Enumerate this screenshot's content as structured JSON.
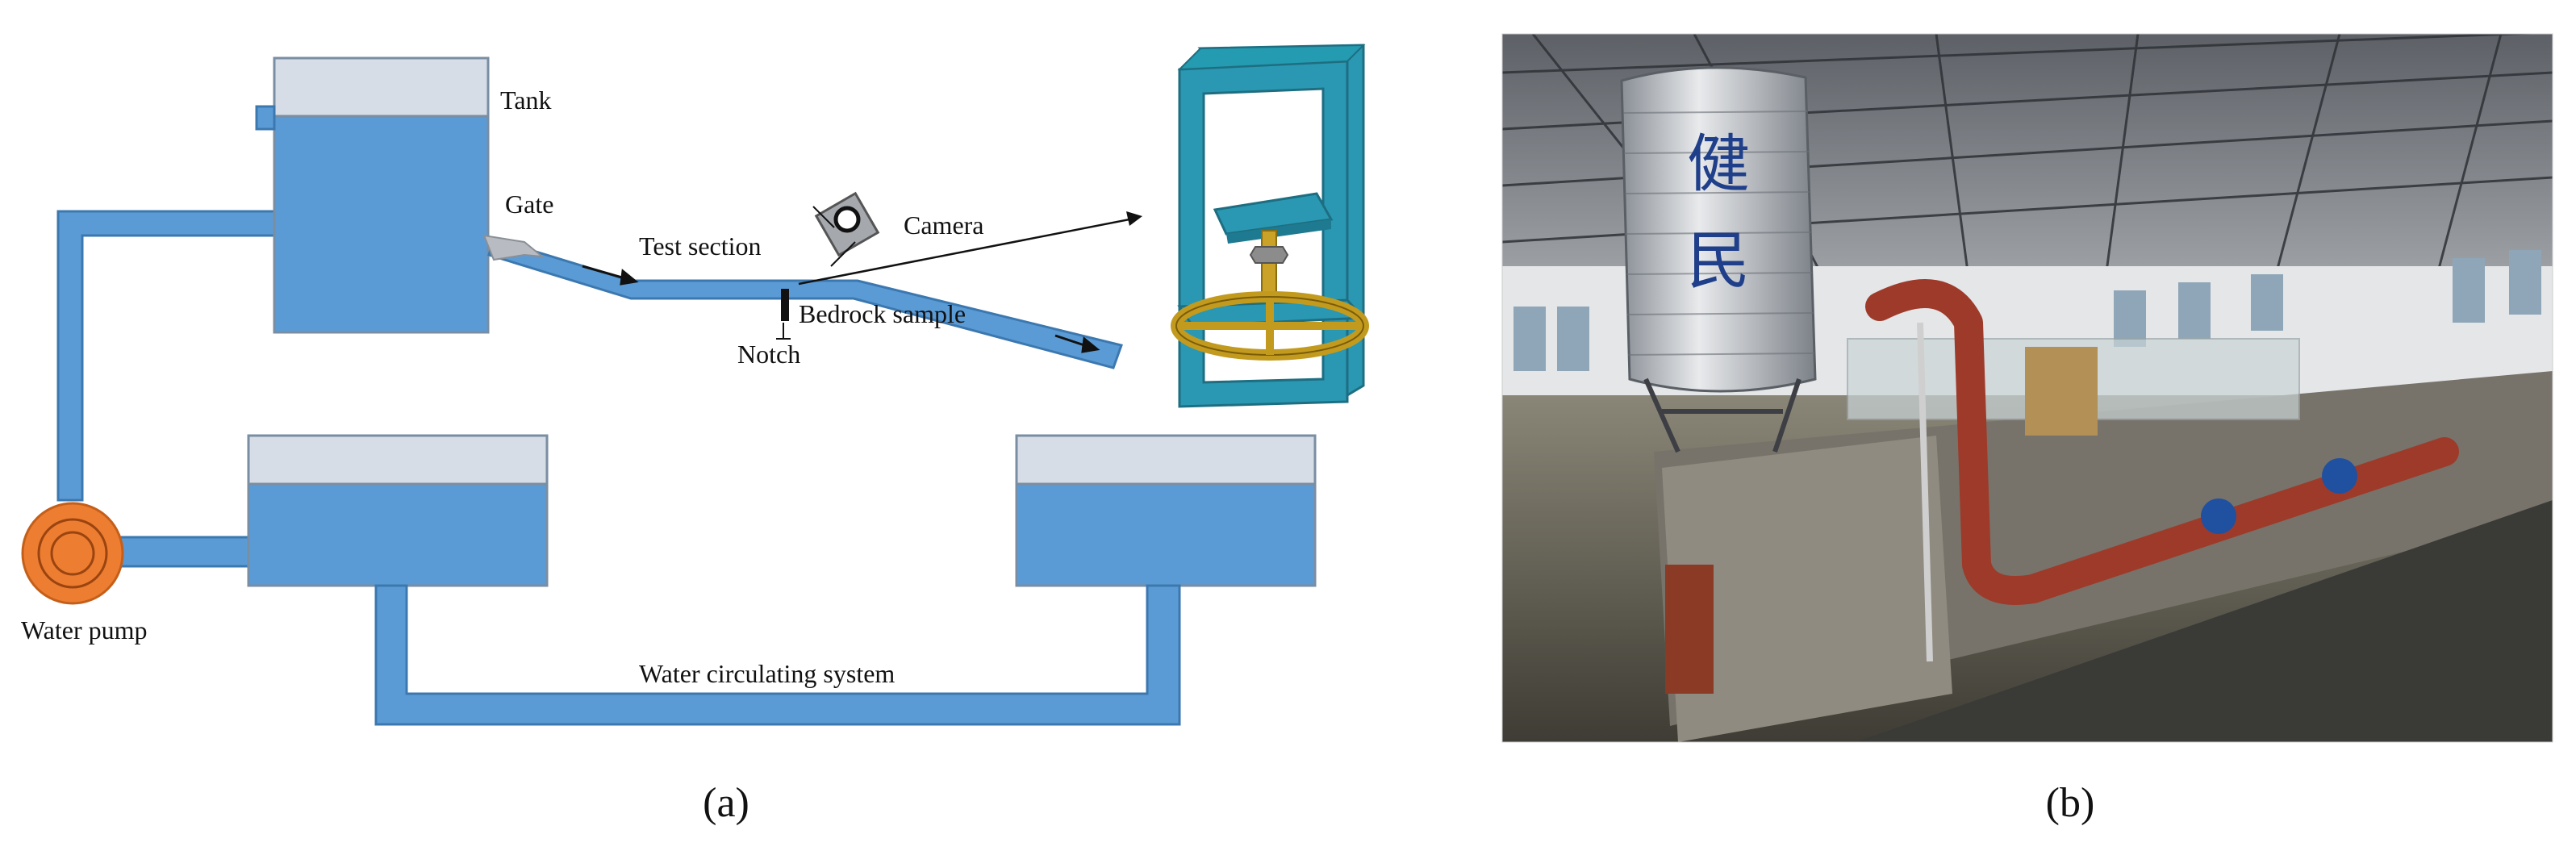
{
  "panel_a": {
    "caption": "(a)",
    "labels": {
      "tank": "Tank",
      "gate": "Gate",
      "test_section": "Test section",
      "camera": "Camera",
      "bedrock_sample": "Bedrock sample",
      "notch": "Notch",
      "water_pump": "Water pump",
      "water_circulating_system": "Water circulating system"
    }
  },
  "panel_b": {
    "caption": "(b)",
    "tank_lettering": [
      "健",
      "民"
    ]
  },
  "colors": {
    "water_blue": "#5b9bd5",
    "tank_air": "#d6dde6",
    "pump_orange": "#ed7d31",
    "frame_teal": "#2a98b2",
    "pipe_red": "#9e3a2a"
  }
}
